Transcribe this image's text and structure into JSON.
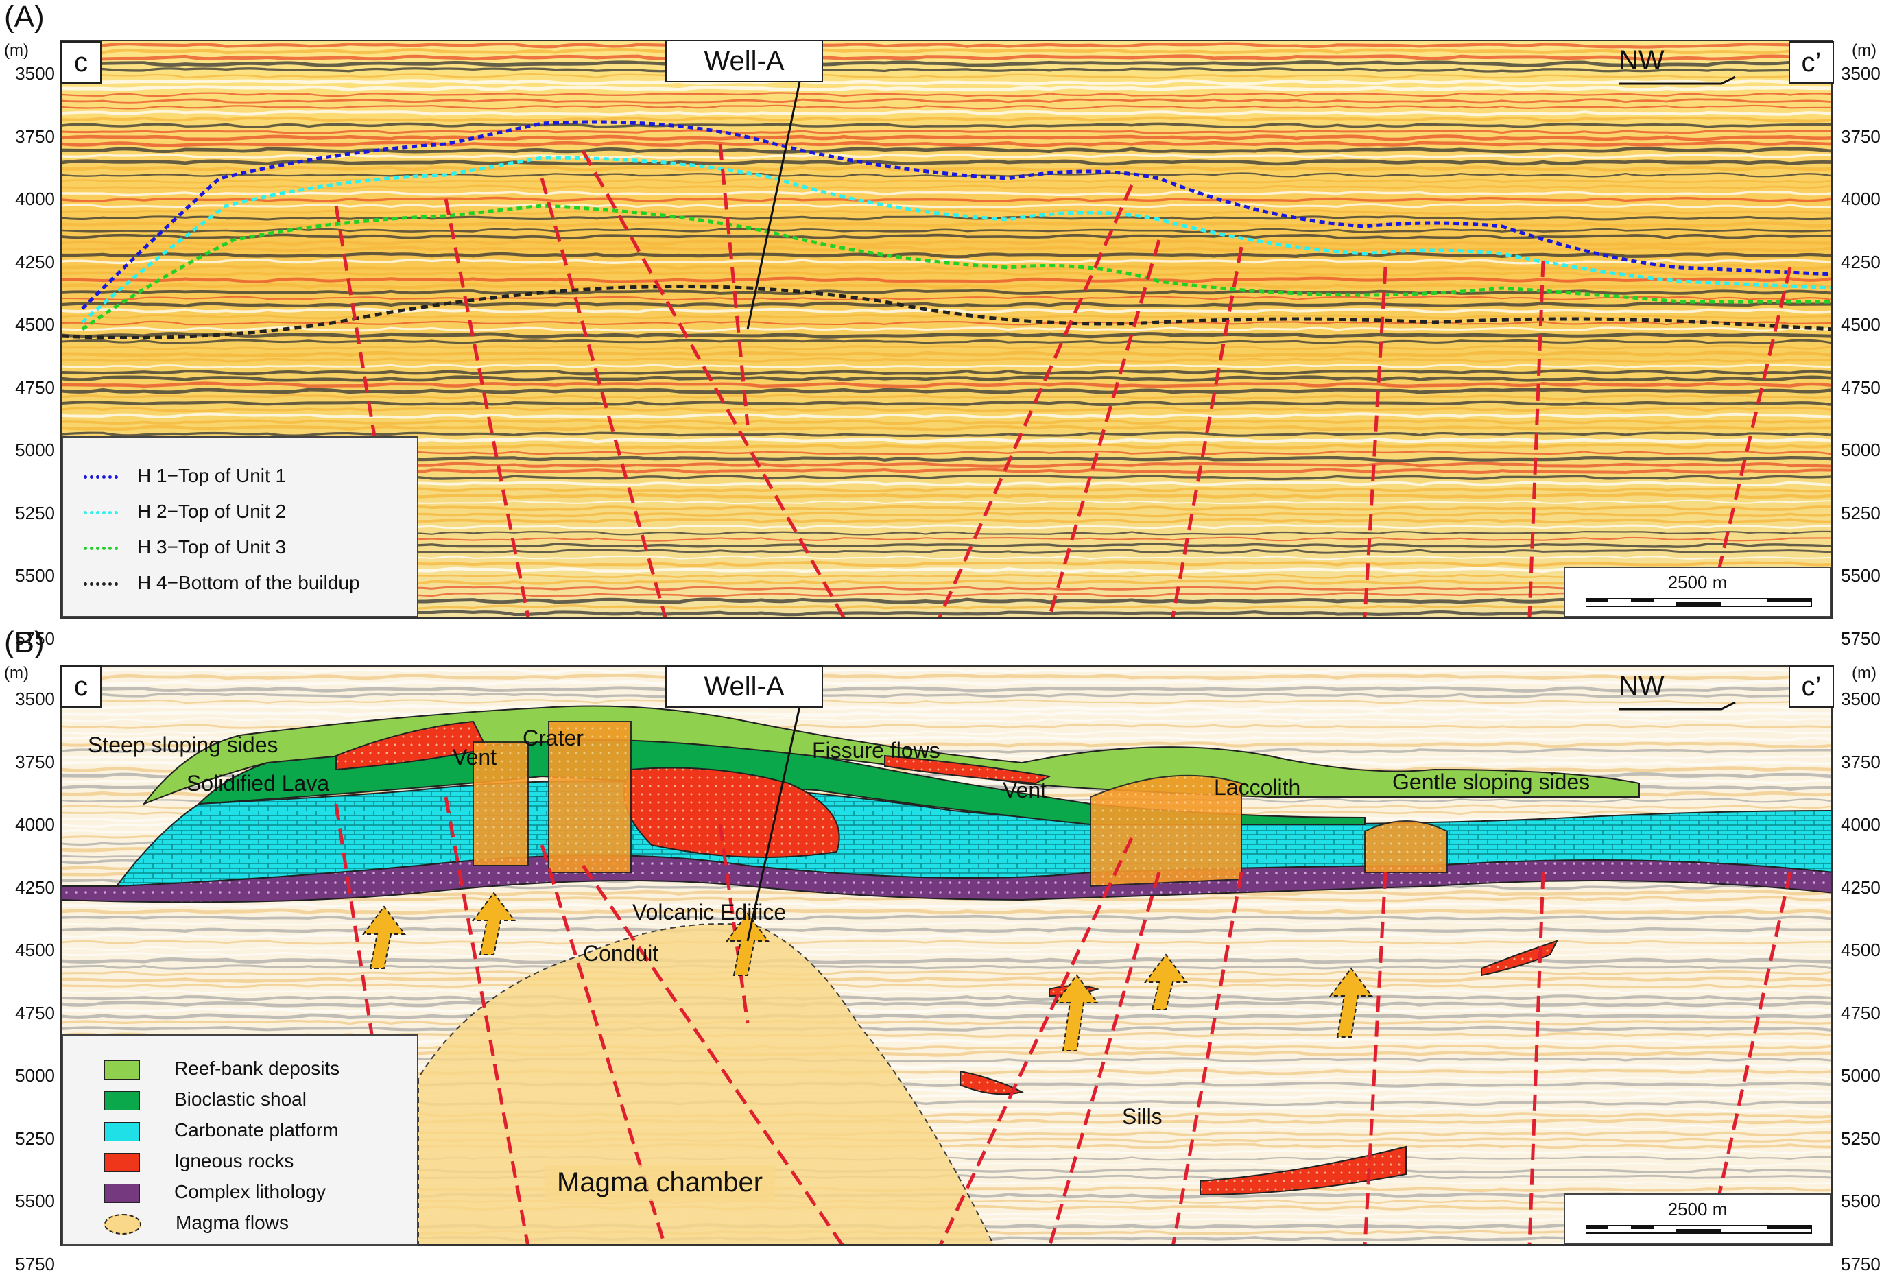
{
  "panels": [
    {
      "letter": "(A)",
      "left_label": "c",
      "right_label": "c’",
      "well_label": "Well-A",
      "direction": "NW",
      "unit": "(m)",
      "ticks": [
        "3500",
        "3750",
        "4000",
        "4250",
        "4500",
        "4750",
        "5000",
        "5250",
        "5500",
        "5750"
      ],
      "scale": "2500 m",
      "legend": [
        {
          "label": "H 1−Top of Unit  1",
          "color": "#1a1adc"
        },
        {
          "label": "H 2−Top of Unit  2",
          "color": "#2ff0f0"
        },
        {
          "label": "H 3−Top of Unit  3",
          "color": "#22d02a"
        },
        {
          "label": "H 4−Bottom of the buildup",
          "color": "#222222"
        }
      ]
    },
    {
      "letter": "(B)",
      "left_label": "c",
      "right_label": "c’",
      "well_label": "Well-A",
      "direction": "NW",
      "unit": "(m)",
      "ticks": [
        "3500",
        "3750",
        "4000",
        "4250",
        "4500",
        "4750",
        "5000",
        "5250",
        "5500",
        "5750"
      ],
      "scale": "2500 m",
      "annotations": {
        "steep": "Steep sloping sides",
        "lava": "Solidified Lava",
        "vent1": "Vent",
        "crater": "Crater",
        "fissure": "Fissure flows",
        "vent2": "Vent",
        "laccolith": "Laccolith",
        "gentle": "Gentle sloping sides",
        "edifice": "Volcanic Edifice",
        "conduit": "Conduit",
        "sills": "Sills",
        "chamber": "Magma chamber"
      },
      "legend": [
        {
          "label": "Reef-bank deposits",
          "color": "#8fd14f"
        },
        {
          "label": "Bioclastic shoal",
          "color": "#0aa84a"
        },
        {
          "label": "Carbonate platform",
          "color": "#1ee0e6"
        },
        {
          "label": "Igneous rocks",
          "color": "#f0361a"
        },
        {
          "label": "Complex lithology",
          "color": "#74397f"
        },
        {
          "label": "Magma flows",
          "color": "#f9d889"
        }
      ]
    }
  ]
}
